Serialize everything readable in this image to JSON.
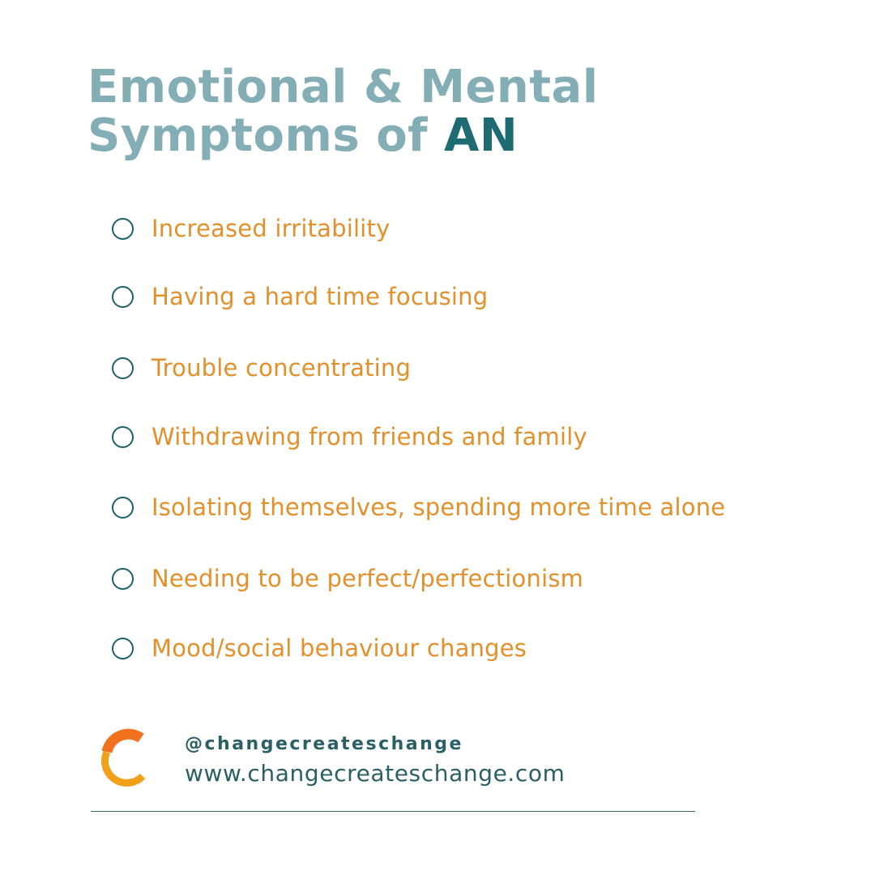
{
  "title": {
    "line1": "Emotional & Mental",
    "line2_prefix": "Symptoms of ",
    "line2_accent": "AN"
  },
  "symptoms": [
    "Increased irritability",
    "Having a hard time focusing",
    "Trouble concentrating",
    "Withdrawing from friends and family",
    "Isolating themselves, spending more time alone",
    "Needing to be perfect/perfectionism",
    "Mood/social behaviour changes"
  ],
  "footer": {
    "logo_icon": "c-logo-icon",
    "handle": "@changecreateschange",
    "website": "www.changecreateschange.com"
  },
  "colors": {
    "title": "#84aeb5",
    "title_accent": "#1f6b73",
    "item_text": "#e38f2a",
    "circle": "#1f5f68",
    "footer_text": "#2a5f66",
    "logo_orange": "#f2711c",
    "logo_amber": "#f0a019"
  }
}
